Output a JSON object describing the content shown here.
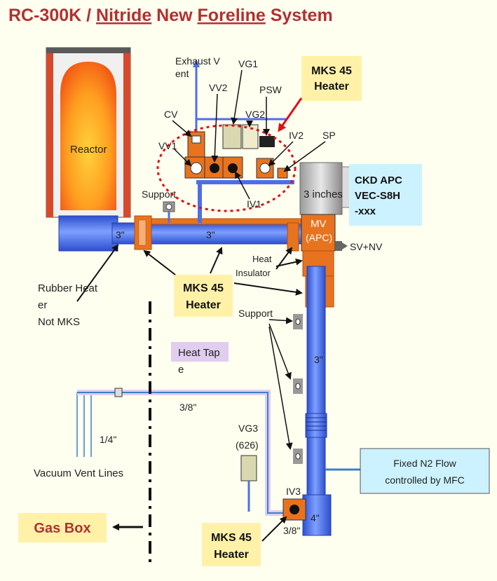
{
  "title": {
    "prefix": "RC-300K / ",
    "word1": "Nitride",
    "word2": " New ",
    "word3": "Foreline",
    "word4": " System"
  },
  "labels": {
    "reactor": "Reactor",
    "exhaust_line1": "Exhaust V",
    "exhaust_line2": "ent",
    "vg1": "VG1",
    "vv2": "VV2",
    "psw": "PSW",
    "vg2": "VG2",
    "cv": "CV",
    "iv2": "IV2",
    "sp": "SP",
    "vv1": "VV1",
    "iv1": "IV1",
    "support_top": "Support",
    "support_right": "Support",
    "three_inch_left": "3\"",
    "three_inch_mid": "3\"",
    "three_inch_vert": "3\"",
    "four_inch": "4\"",
    "three_inches_apc": "3 inches",
    "mv_line1": "MV",
    "mv_line2": "(APC)",
    "sv_nv": "SV+NV",
    "heat_insulator_line1": "Heat",
    "heat_insulator_line2": "Insulator",
    "rubber_line1": "Rubber Heat",
    "rubber_line2": "er",
    "rubber_line3": "Not MKS",
    "heat_tape_line1": "Heat Tap",
    "heat_tape_line2": "e",
    "three_eighths": "3/8\"",
    "three_eighths_bottom": "3/8\"",
    "quarter_inch": "1/4\"",
    "vacuum_vent": "Vacuum Vent Lines",
    "vg3_line1": "VG3",
    "vg3_line2": "(626)",
    "iv3": "IV3",
    "gas_box": "Gas Box"
  },
  "callouts": {
    "mks_top_line1": "MKS 45",
    "mks_top_line2": "Heater",
    "mks_mid_line1": "MKS 45",
    "mks_mid_line2": "Heater",
    "mks_bottom_line1": "MKS 45",
    "mks_bottom_line2": "Heater",
    "ckd_line1": "CKD APC",
    "ckd_line2": "VEC-S8H",
    "ckd_line3": "-xxx",
    "n2_line1": "Fixed N2 Flow",
    "n2_line2": "controlled by MFC"
  },
  "colors": {
    "title": "#b23030",
    "pipe": "#4d6fe6",
    "heater_orange": "#e8731e",
    "callout_yellow": "#fff2a8",
    "callout_cyan": "#ccf2ff",
    "heat_tape_lilac": "#e0cdf0",
    "reactor_frame": "#d44a2a",
    "dashed_ring": "#e01010"
  }
}
